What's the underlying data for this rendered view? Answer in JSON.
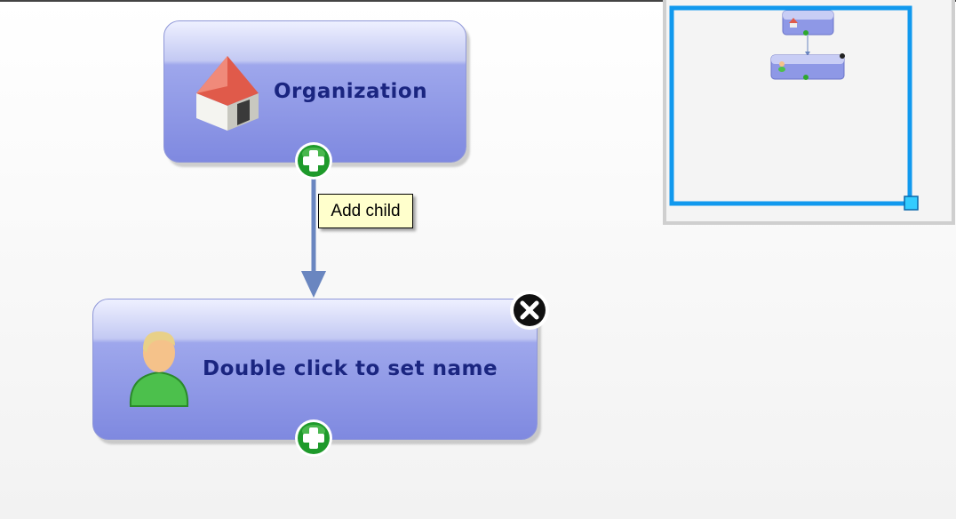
{
  "diagram": {
    "root_node": {
      "label": "Organization",
      "icon": "house-icon"
    },
    "child_node": {
      "label": "Double click to set name",
      "icon": "person-icon"
    },
    "tooltip": {
      "text": "Add child"
    }
  },
  "colors": {
    "node_text": "#1a2580",
    "node_fill": "#9ea7ec",
    "edge": "#6a86c0",
    "add_button": "#1e9a2b",
    "close_button": "#111111",
    "minimap_viewport": "#1199ee",
    "minimap_handle": "#33ccff"
  }
}
